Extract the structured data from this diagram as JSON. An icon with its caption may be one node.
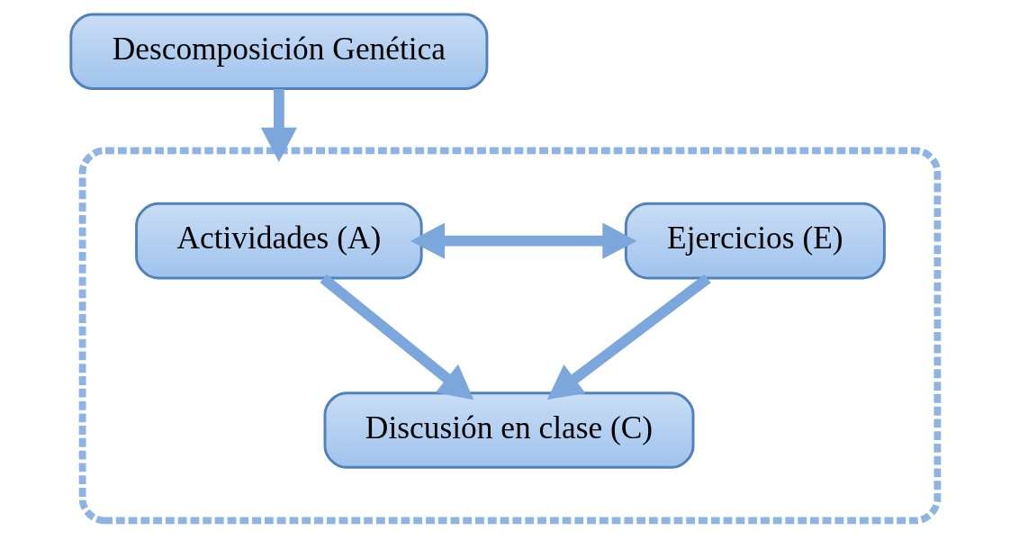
{
  "diagram": {
    "nodes": [
      {
        "text": [
          "Descomposición Genética"
        ]
      },
      {
        "text": [],
        "shape": "box"
      },
      {
        "text": [
          "Actividades (A)"
        ],
        "in": 1
      },
      {
        "text": [
          "Ejercicios (E)"
        ],
        "in": 1
      },
      {
        "text": [
          "Discusión en clase (C)"
        ],
        "in": 1
      }
    ],
    "edges": [
      {
        "from": 0,
        "to": 1,
        "arrow": "to"
      },
      {
        "from": 2,
        "to": 3,
        "arrow": "both"
      },
      {
        "from": 2,
        "to": 4,
        "arrow": "to"
      },
      {
        "from": 3,
        "to": 4,
        "arrow": "to"
      }
    ]
  }
}
